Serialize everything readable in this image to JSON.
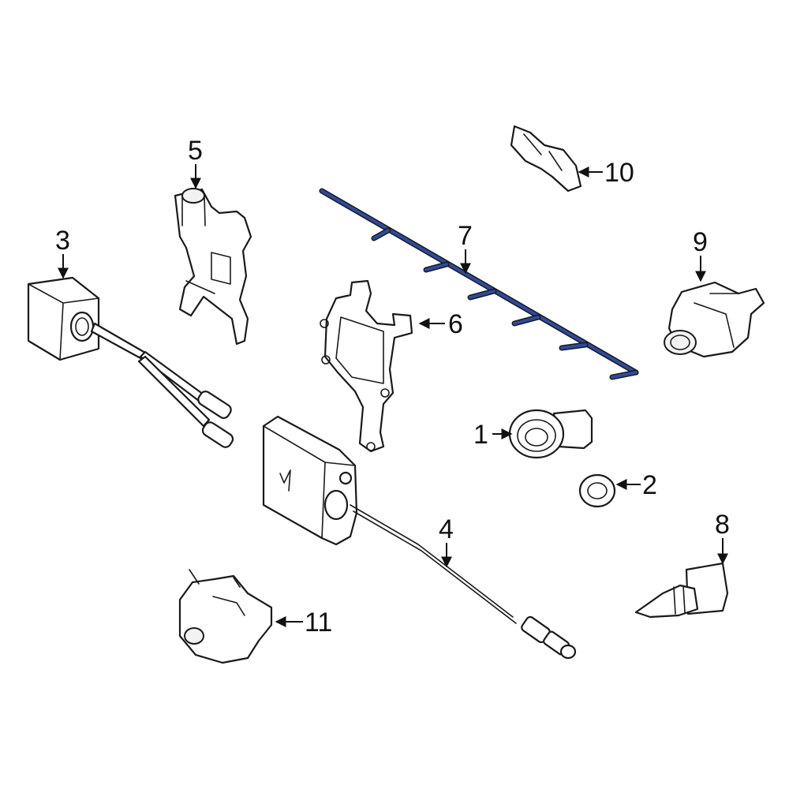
{
  "accent_color": "#2e4a9e",
  "callouts": [
    {
      "id": "1",
      "label": "1"
    },
    {
      "id": "2",
      "label": "2"
    },
    {
      "id": "3",
      "label": "3"
    },
    {
      "id": "4",
      "label": "4"
    },
    {
      "id": "5",
      "label": "5"
    },
    {
      "id": "6",
      "label": "6"
    },
    {
      "id": "7",
      "label": "7"
    },
    {
      "id": "8",
      "label": "8"
    },
    {
      "id": "9",
      "label": "9"
    },
    {
      "id": "10",
      "label": "10"
    },
    {
      "id": "11",
      "label": "11"
    }
  ]
}
